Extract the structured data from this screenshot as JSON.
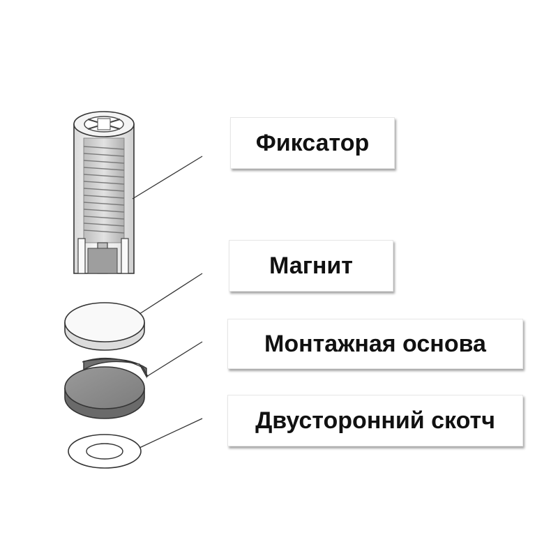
{
  "labels": {
    "fixator": "Фиксатор",
    "magnet": "Магнит",
    "mount_base": "Монтажная основа",
    "tape": "Двусторонний скотч"
  }
}
